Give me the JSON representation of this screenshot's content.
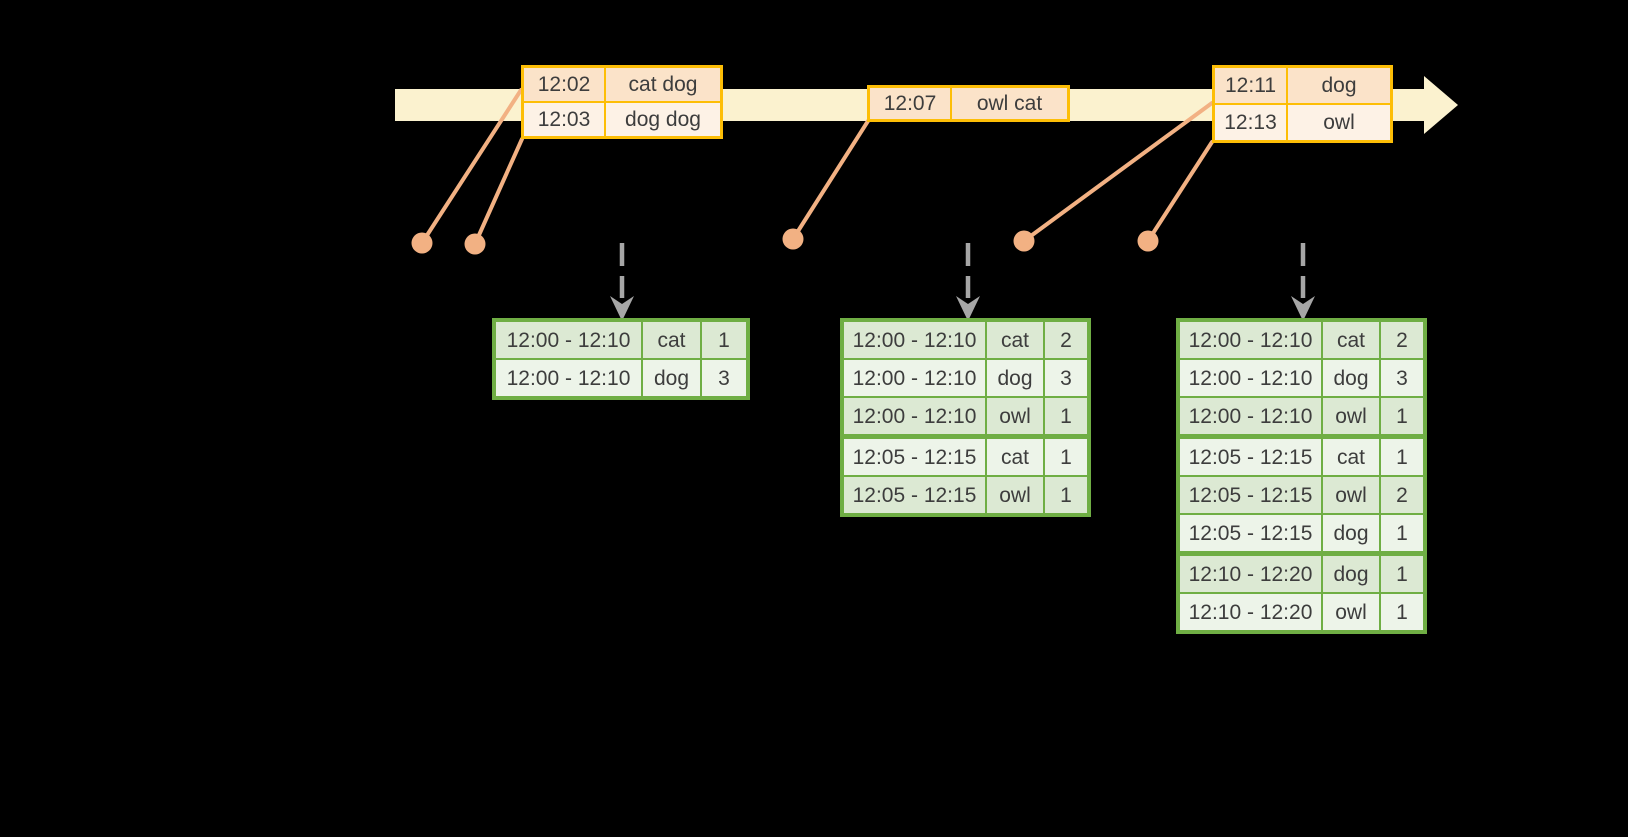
{
  "colors": {
    "background": "#000000",
    "gold": "#FDBE06",
    "band": "#FBF2CF",
    "peach_dark": "#FBE3C9",
    "peach_light": "#FDF2E6",
    "green_border": "#6FAE44",
    "green_row_dark": "#DCE9D3",
    "green_row_light": "#EDF4E9",
    "orange": "#F2B183",
    "gray": "#A6A6A6",
    "text": "#3D3D3D"
  },
  "icons": {
    "timeline_arrowhead": "right-arrow",
    "event_marker": "dot",
    "trigger_arrow": "dashed-down-arrow"
  },
  "timeline": {
    "event_tables": [
      {
        "rows": [
          {
            "time": "12:02",
            "words": "cat dog"
          },
          {
            "time": "12:03",
            "words": "dog dog"
          }
        ]
      },
      {
        "rows": [
          {
            "time": "12:07",
            "words": "owl cat"
          }
        ]
      },
      {
        "rows": [
          {
            "time": "12:11",
            "words": "dog"
          },
          {
            "time": "12:13",
            "words": "owl"
          }
        ]
      }
    ]
  },
  "result_tables": [
    {
      "rows": [
        {
          "window": "12:00 - 12:10",
          "word": "cat",
          "count": "1"
        },
        {
          "window": "12:00 - 12:10",
          "word": "dog",
          "count": "3"
        }
      ]
    },
    {
      "rows": [
        {
          "window": "12:00 - 12:10",
          "word": "cat",
          "count": "2"
        },
        {
          "window": "12:00 - 12:10",
          "word": "dog",
          "count": "3"
        },
        {
          "window": "12:00 - 12:10",
          "word": "owl",
          "count": "1"
        },
        {
          "window": "12:05 - 12:15",
          "word": "cat",
          "count": "1"
        },
        {
          "window": "12:05 - 12:15",
          "word": "owl",
          "count": "1"
        }
      ]
    },
    {
      "rows": [
        {
          "window": "12:00 - 12:10",
          "word": "cat",
          "count": "2"
        },
        {
          "window": "12:00 - 12:10",
          "word": "dog",
          "count": "3"
        },
        {
          "window": "12:00 - 12:10",
          "word": "owl",
          "count": "1"
        },
        {
          "window": "12:05 - 12:15",
          "word": "cat",
          "count": "1"
        },
        {
          "window": "12:05 - 12:15",
          "word": "owl",
          "count": "2"
        },
        {
          "window": "12:05 - 12:15",
          "word": "dog",
          "count": "1"
        },
        {
          "window": "12:10 - 12:20",
          "word": "dog",
          "count": "1"
        },
        {
          "window": "12:10 - 12:20",
          "word": "owl",
          "count": "1"
        }
      ]
    }
  ]
}
